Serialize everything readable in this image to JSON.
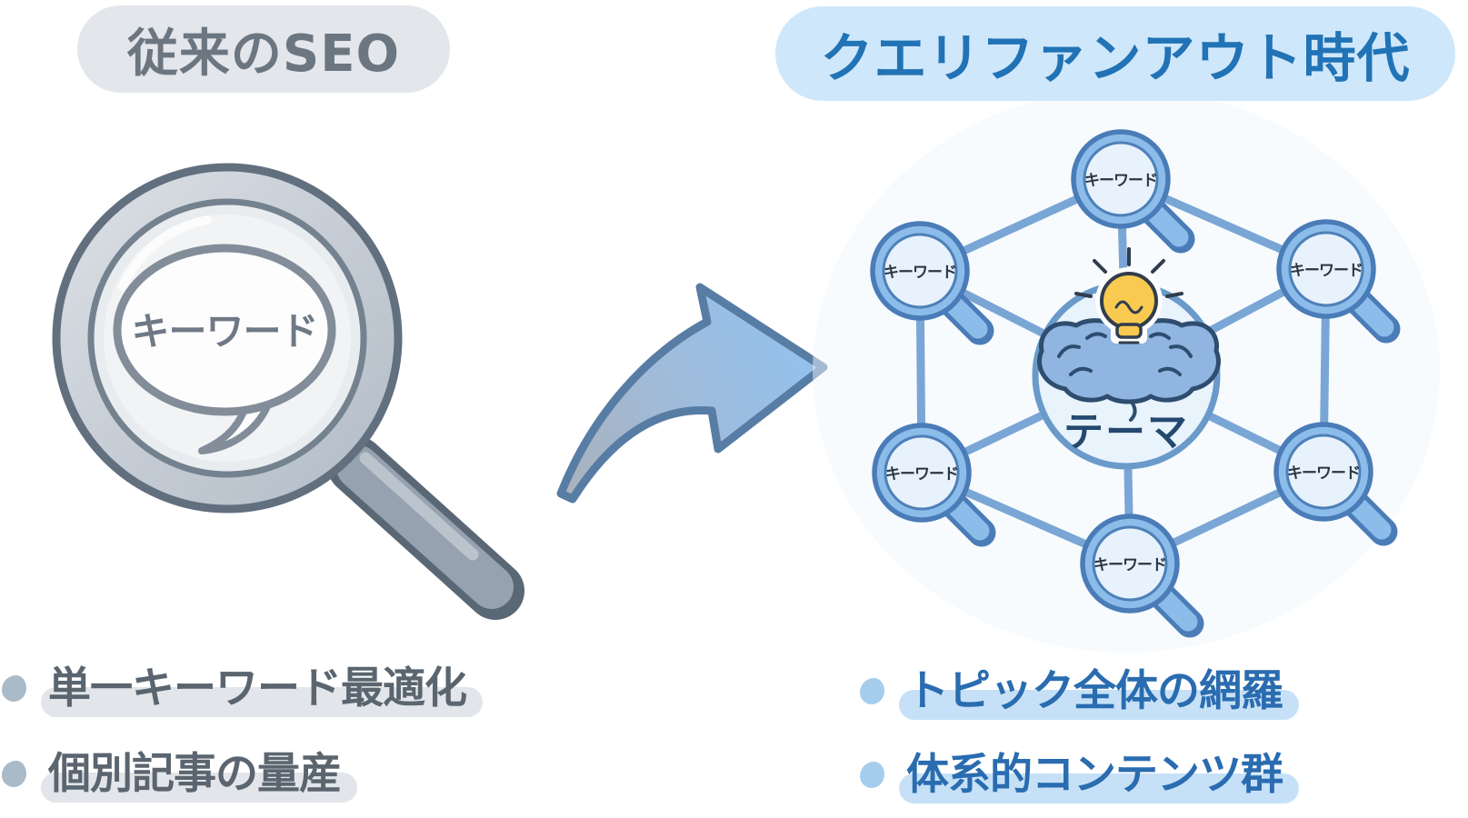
{
  "left_section": {
    "header": {
      "label": "従来のSEO"
    },
    "magnifier": {
      "icon": "magnifying-glass-icon",
      "bubble_label": "キーワード"
    },
    "bullets": [
      {
        "label": "単一キーワード最適化"
      },
      {
        "label": "個別記事の量産"
      }
    ]
  },
  "arrow": {
    "icon": "curved-right-arrow-icon",
    "direction": "left-to-right"
  },
  "right_section": {
    "header": {
      "label": "クエリファンアウト時代"
    },
    "network": {
      "center": {
        "label": "テーマ",
        "icon": "brain-lightbulb-icon"
      },
      "nodes": [
        {
          "position": "top",
          "icon": "magnifier-node-icon",
          "label": "キーワード"
        },
        {
          "position": "upper-left",
          "icon": "magnifier-node-icon",
          "label": "キーワード"
        },
        {
          "position": "upper-right",
          "icon": "magnifier-node-icon",
          "label": "キーワード"
        },
        {
          "position": "lower-left",
          "icon": "magnifier-node-icon",
          "label": "キーワード"
        },
        {
          "position": "lower-right",
          "icon": "magnifier-node-icon",
          "label": "キーワード"
        },
        {
          "position": "bottom",
          "icon": "magnifier-node-icon",
          "label": "キーワード"
        }
      ]
    },
    "bullets": [
      {
        "label": "トピック全体の網羅"
      },
      {
        "label": "体系的コンテンツ群"
      }
    ]
  },
  "colors": {
    "left_header_bg": "#e3e6ea",
    "left_header_text": "#6c7681",
    "right_header_bg": "#cfe7fa",
    "right_header_text": "#2173b6",
    "left_bullet_text": "#5a656f",
    "left_highlight": "#e2e5e9",
    "right_bullet_text": "#2a6cb0",
    "right_highlight": "#c6e1f7",
    "network_line": "#7aa6d6",
    "node_rim": "#8cbcea",
    "node_border": "#4a7cb8",
    "node_inner": "#e8f2fc",
    "bulb_yellow": "#f8ca4f",
    "brain_blue": "#8fb5e0",
    "gray_glass": "#c9d0d8"
  }
}
